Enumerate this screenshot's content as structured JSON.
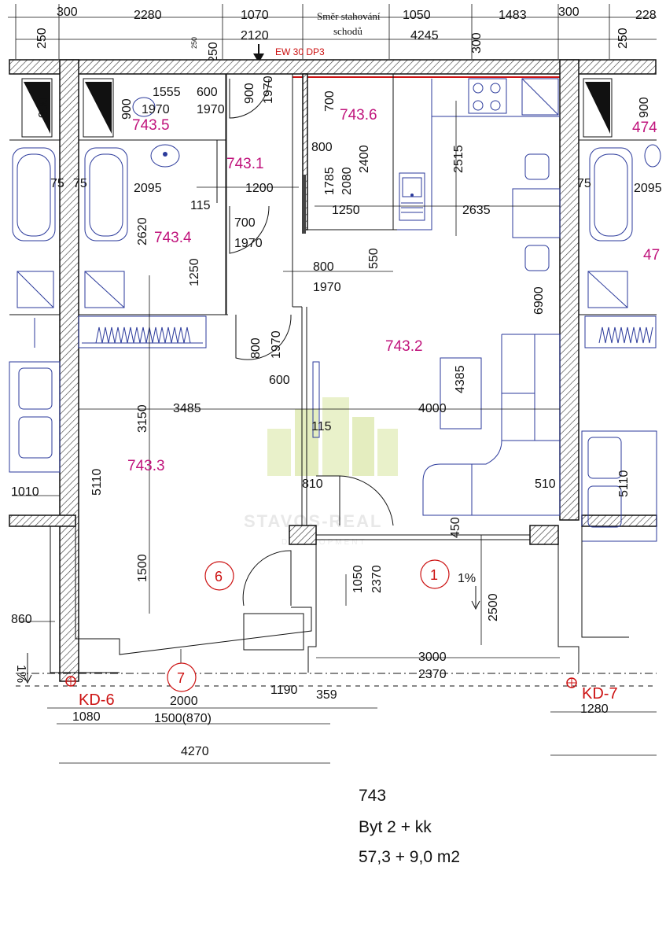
{
  "top_dimensions": [
    "300",
    "2280",
    "1070",
    "2120",
    "1050",
    "4245",
    "1483",
    "300",
    "228",
    "250",
    "250",
    "250",
    "250",
    "300"
  ],
  "note": {
    "line1": "Směr stahování",
    "line2": "schodů"
  },
  "fire_label": "EW 30 DP3",
  "rooms": [
    {
      "id": "743.5"
    },
    {
      "id": "743.6"
    },
    {
      "id": "743.1"
    },
    {
      "id": "743.4"
    },
    {
      "id": "743.2"
    },
    {
      "id": "743.3"
    },
    {
      "id": "474"
    },
    {
      "id": "47"
    }
  ],
  "dimensions": {
    "d900a": "900",
    "d900b": "900",
    "d900c": "900",
    "d1555": "1555",
    "d600a": "600",
    "d1970a": "1970",
    "d1970b": "1970",
    "d900d": "900",
    "d1970c": "1970",
    "d700a": "700",
    "d800a": "800",
    "d2400": "2400",
    "d2515": "2515",
    "d1785": "1785",
    "d2080": "2080",
    "d75a": "75",
    "d75b": "75",
    "d2095a": "2095",
    "d1200": "1200",
    "d115a": "115",
    "d1250a": "1250",
    "d2635": "2635",
    "d75c": "75",
    "d2095b": "2095",
    "d2620": "2620",
    "d700b": "700",
    "d1970d": "1970",
    "d550": "550",
    "d800b": "800",
    "d1970e": "1970",
    "d1250b": "1250",
    "d6900": "6900",
    "d800c": "800",
    "d1970f": "1970",
    "d600b": "600",
    "d4385": "4385",
    "d3150": "3150",
    "d3485": "3485",
    "d4000": "4000",
    "d115b": "115",
    "d5110a": "5110",
    "d1010": "1010",
    "d810": "810",
    "d510": "510",
    "d5110b": "5110",
    "d450": "450",
    "d1500": "1500",
    "d1050": "1050",
    "d2370a": "2370",
    "d860": "860",
    "d2500": "2500",
    "d3000": "3000",
    "d2370b": "2370",
    "d2000": "2000",
    "d1190": "1190",
    "d359": "359",
    "d1080": "1080",
    "d1500b": "1500(870)",
    "d1280": "1280",
    "d4270": "4270"
  },
  "markers": {
    "m6": "6",
    "m1": "1",
    "m7": "7",
    "slope1": "1%",
    "slope2": "1%"
  },
  "kd_labels": {
    "kd6": "KD-6",
    "kd7": "KD-7"
  },
  "watermark": {
    "main": "STAVOS-REAL",
    "sub": "DEVELOPMENT"
  },
  "info": {
    "unit_number": "743",
    "unit_type": "Byt 2 + kk",
    "unit_area": "57,3 + 9,0 m2"
  },
  "colors": {
    "room_label": "#c0147c",
    "kd_label": "#cc1111",
    "furniture": "#2b3a9b",
    "fire_line": "#cc1111"
  }
}
